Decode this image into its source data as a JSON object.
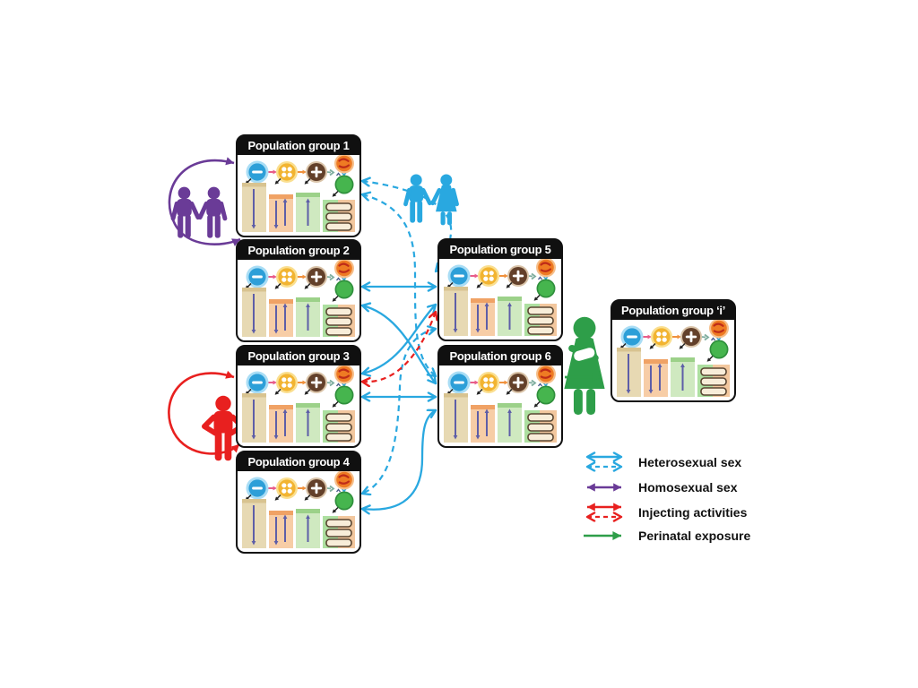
{
  "groups": [
    {
      "id": "1",
      "title": "Population group 1"
    },
    {
      "id": "2",
      "title": "Population group 2"
    },
    {
      "id": "3",
      "title": "Population group 3"
    },
    {
      "id": "4",
      "title": "Population group 4"
    },
    {
      "id": "5",
      "title": "Population group 5"
    },
    {
      "id": "6",
      "title": "Population group 6"
    },
    {
      "id": "i",
      "title": "Population group ‘i’"
    }
  ],
  "legend": {
    "items": [
      {
        "label": "Heterosexual sex",
        "color": "#29a8e0",
        "arrows": [
          "solid-double",
          "dashed-double"
        ]
      },
      {
        "label": "Homosexual sex",
        "color": "#6a3b97",
        "arrows": [
          "solid-double"
        ]
      },
      {
        "label": "Injecting activities",
        "color": "#e8201f",
        "arrows": [
          "solid-double",
          "dashed-double"
        ]
      },
      {
        "label": "Perinatal exposure",
        "color": "#2e9e49",
        "arrows": [
          "solid-single"
        ]
      }
    ]
  },
  "people_icons": [
    {
      "name": "male-couple-icon",
      "color": "#6a3b97"
    },
    {
      "name": "heterosexual-couple-icon",
      "color": "#29a8e0"
    },
    {
      "name": "injecting-person-icon",
      "color": "#e8201f"
    },
    {
      "name": "mother-child-icon",
      "color": "#2e9e49"
    }
  ],
  "state_flow_icons": [
    "minus-circle-icon",
    "clover-circle-icon",
    "plus-circle-icon",
    "virus-circle-icon",
    "treatment-circle-icon"
  ],
  "colors": {
    "heterosexual": "#29a8e0",
    "homosexual": "#6a3b97",
    "injecting": "#e8201f",
    "perinatal": "#2e9e49",
    "box_border": "#101010",
    "header_bg": "#101010",
    "header_text": "#ffffff"
  }
}
